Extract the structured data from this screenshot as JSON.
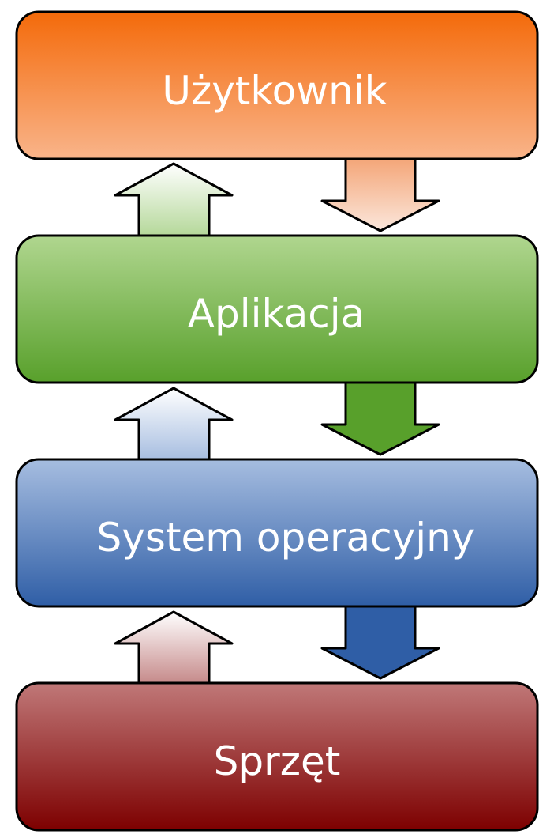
{
  "layers": [
    {
      "id": "user",
      "label": "Użytkownik",
      "top": "#f46a0a",
      "bottom": "#f9b48a",
      "gradient": "dark-top"
    },
    {
      "id": "app",
      "label": "Aplikacja",
      "top": "#b0d68f",
      "bottom": "#58a02b",
      "gradient": "light-top"
    },
    {
      "id": "os",
      "label": "System operacyjny",
      "top": "#a6bde0",
      "bottom": "#2f5ea6",
      "gradient": "light-top"
    },
    {
      "id": "hw",
      "label": "Sprzęt",
      "top": "#c07878",
      "bottom": "#7d0000",
      "gradient": "light-top"
    }
  ],
  "arrows": {
    "down": [
      {
        "between": "user-app",
        "top": "#f4a577",
        "bottom": "#fbe7dc"
      },
      {
        "between": "app-os",
        "top": "#58a02b",
        "bottom": "#58a02b"
      },
      {
        "between": "os-hw",
        "top": "#2f5ea6",
        "bottom": "#2f5ea6"
      }
    ],
    "up": [
      {
        "between": "user-app",
        "top": "#ffffff",
        "bottom": "#b5d89a"
      },
      {
        "between": "app-os",
        "top": "#ffffff",
        "bottom": "#a6bde0"
      },
      {
        "between": "os-hw",
        "top": "#ffffff",
        "bottom": "#c58989"
      }
    ]
  }
}
